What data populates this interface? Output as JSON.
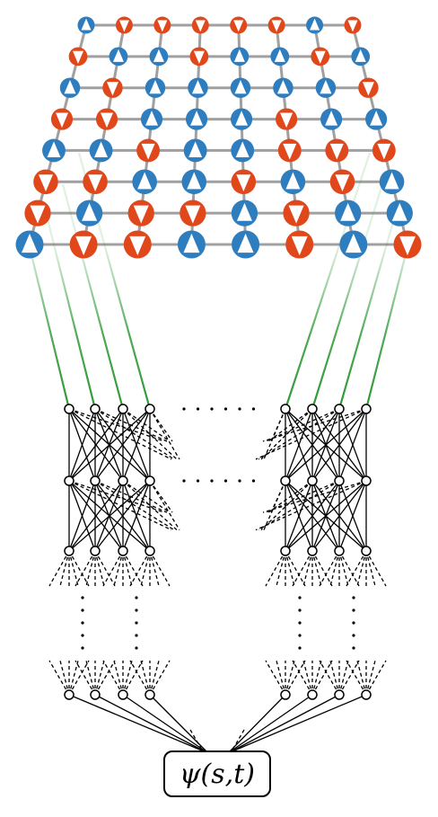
{
  "diagram": {
    "output_label": "ψ(s,t)",
    "lattice": {
      "rows": 8,
      "cols": 8,
      "spins": [
        [
          "up",
          "down",
          "down",
          "down",
          "down",
          "down",
          "up",
          "down"
        ],
        [
          "down",
          "up",
          "up",
          "down",
          "up",
          "up",
          "down",
          "up"
        ],
        [
          "up",
          "down",
          "up",
          "up",
          "up",
          "up",
          "up",
          "down"
        ],
        [
          "down",
          "down",
          "up",
          "up",
          "up",
          "down",
          "up",
          "up"
        ],
        [
          "up",
          "up",
          "down",
          "up",
          "up",
          "down",
          "down",
          "down"
        ],
        [
          "down",
          "down",
          "up",
          "up",
          "down",
          "up",
          "down",
          "up"
        ],
        [
          "down",
          "up",
          "down",
          "down",
          "up",
          "down",
          "up",
          "up"
        ],
        [
          "up",
          "down",
          "down",
          "up",
          "up",
          "down",
          "up",
          "down"
        ]
      ],
      "colors": {
        "up": "#2e7dbf",
        "down": "#e0481b",
        "bond": "#a0a0a0"
      }
    },
    "network": {
      "connection_color": "#2e9a35",
      "ellipsis": "......"
    }
  }
}
